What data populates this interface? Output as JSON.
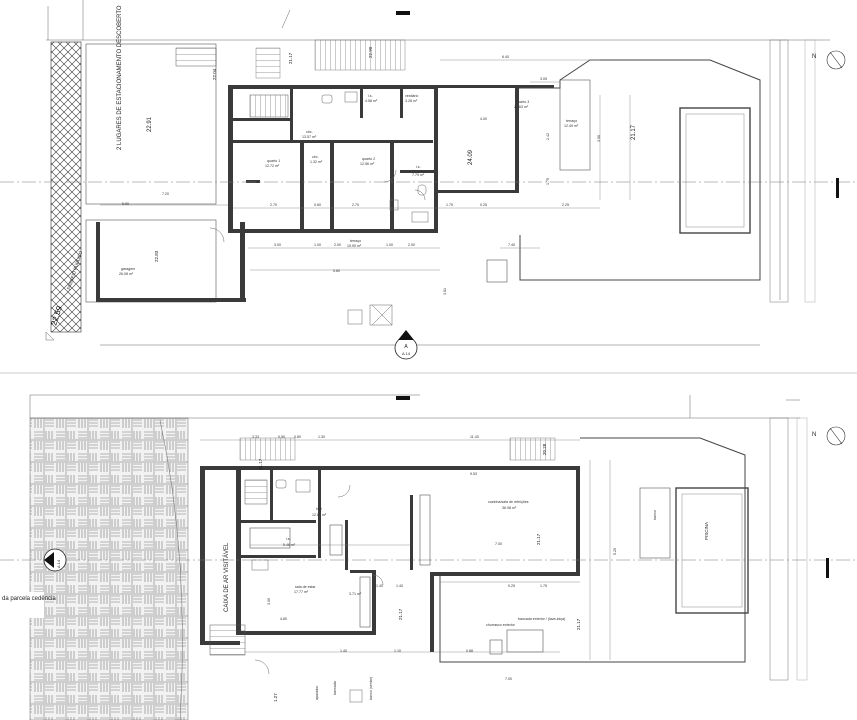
{
  "upper_plan": {
    "parking_label": "2 LUGARES DE ESTACIONAMENTO DESCOBERTO",
    "sidewalk_label": "PASSEIO PÚBLICO",
    "levels": {
      "street": "22.59",
      "parking": "22.91",
      "entry": "22.04",
      "garage": "22.83",
      "upper": "24.09",
      "terrace": "21.17",
      "top_a": "21.17",
      "top_b": "22.90"
    },
    "rooms": [
      {
        "name": "i.s.",
        "area": "4.58 m²"
      },
      {
        "name": "vestiário",
        "area": "3.28 m²"
      },
      {
        "name": "quarto 3",
        "area": "29.63 m²"
      },
      {
        "name": "terraço",
        "area": "12.49 m²"
      },
      {
        "name": "circ.",
        "area": "13.57 m²"
      },
      {
        "name": "quarto 1",
        "area": "12.72 m²"
      },
      {
        "name": "circ.",
        "area": "1.32 m²"
      },
      {
        "name": "quarto 2",
        "area": "12.56 m²"
      },
      {
        "name": "i.s.",
        "area": "7.79 m²"
      },
      {
        "name": "garagem",
        "area": "26.08 m²"
      },
      {
        "name": "terraço",
        "area": "10.90 m²"
      }
    ],
    "section_marker": {
      "top": "A",
      "bottom": "A 14"
    },
    "dims_top": [
      "6.40",
      "3.05",
      "4.00"
    ],
    "dims_row": [
      "2.70",
      "0.60",
      "2.70",
      "0.75",
      "1.75",
      "0.25",
      "2.25"
    ],
    "dims_bottom": [
      "3.00",
      "1.00",
      "2.00",
      "1.00",
      "1.00",
      "1.00",
      "2.00",
      "7.40"
    ],
    "dims_misc": [
      "5.90",
      "7.20",
      "9.90",
      "5.80",
      "3.81",
      "2.42",
      "1.75",
      "3.90"
    ]
  },
  "lower_plan": {
    "void_label": "CAIXA DE AR VISITÁVEL",
    "pool_label": "PISCINA",
    "cession_label": "da parcela cedência",
    "levels": {
      "a": "21.17",
      "b": "20.28",
      "c": "21.17",
      "d": "21.17",
      "e": "21.17",
      "f": "1.27"
    },
    "rooms": [
      {
        "name": "cozinha/sala de refeições",
        "area": "36.98 m²"
      },
      {
        "name": "hall",
        "area": "12.81 m²"
      },
      {
        "name": "i.s.",
        "area": "5.46 m²"
      },
      {
        "name": "sala de estar",
        "area": "17.77 m²"
      },
      {
        "name": "",
        "area": "3.71 m²"
      }
    ],
    "fixtures": [
      "churrasco exterior",
      "bancada exterior / (lava-loiça)",
      "banco",
      "banco (sentar)",
      "bancada",
      "aparador"
    ],
    "section_marker": "A 14",
    "dims_top": [
      "3.33",
      "0.50",
      "0.80",
      "1.30",
      "0.80",
      "11.43"
    ],
    "dims_row": [
      "1.40",
      "1.40",
      "1.40",
      "1.40",
      "0.25",
      "1.75"
    ],
    "dims_bottom": [
      "1.40",
      "1.40",
      "1.40",
      "1.40",
      "1.10",
      "1.40",
      "0.88",
      "7.00"
    ],
    "dims_misc": [
      "9.53",
      "7.00",
      "4.80",
      "1.80",
      "5.20",
      "3.00"
    ]
  },
  "north_label": "N"
}
